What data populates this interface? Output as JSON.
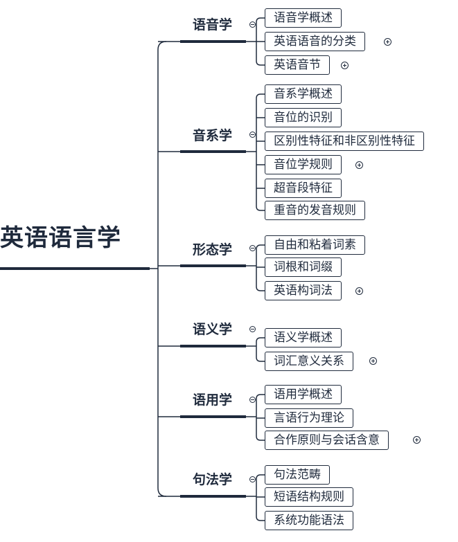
{
  "root": {
    "label": "英语语言学"
  },
  "branches": [
    {
      "label": "语音学",
      "children": [
        {
          "label": "语音学概述",
          "expandable": false
        },
        {
          "label": "英语语音的分类",
          "expandable": true
        },
        {
          "label": "英语音节",
          "expandable": true
        }
      ]
    },
    {
      "label": "音系学",
      "children": [
        {
          "label": "音系学概述",
          "expandable": false
        },
        {
          "label": "音位的识别",
          "expandable": false
        },
        {
          "label": "区别性特征和非区别性特征",
          "expandable": false
        },
        {
          "label": "音位学规则",
          "expandable": true
        },
        {
          "label": "超音段特征",
          "expandable": false
        },
        {
          "label": "重音的发音规则",
          "expandable": false
        }
      ]
    },
    {
      "label": "形态学",
      "children": [
        {
          "label": "自由和粘着词素",
          "expandable": false
        },
        {
          "label": "词根和词缀",
          "expandable": false
        },
        {
          "label": "英语构词法",
          "expandable": true
        }
      ]
    },
    {
      "label": "语义学",
      "children": [
        {
          "label": "语义学概述",
          "expandable": false
        },
        {
          "label": "词汇意义关系",
          "expandable": true
        }
      ]
    },
    {
      "label": "语用学",
      "children": [
        {
          "label": "语用学概述",
          "expandable": false
        },
        {
          "label": "言语行为理论",
          "expandable": false
        },
        {
          "label": "合作原则与会话含意",
          "expandable": true
        }
      ]
    },
    {
      "label": "句法学",
      "children": [
        {
          "label": "句法范畴",
          "expandable": false
        },
        {
          "label": "短语结构规则",
          "expandable": false
        },
        {
          "label": "系统功能语法",
          "expandable": false
        }
      ]
    }
  ]
}
